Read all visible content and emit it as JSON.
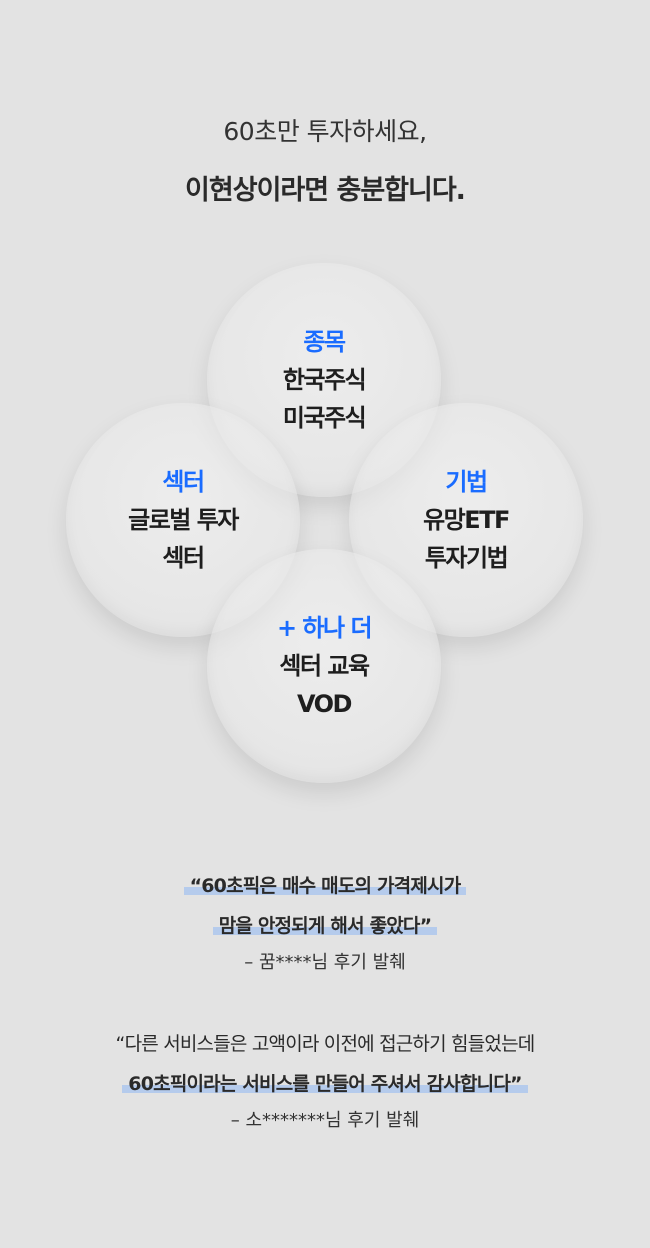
{
  "headline": {
    "line1": "60초만 투자하세요,",
    "line2": "이현상이라면 충분합니다."
  },
  "circles": [
    {
      "title": "종목",
      "lines": [
        "한국주식",
        "미국주식"
      ]
    },
    {
      "title": "섹터",
      "lines": [
        "글로벌 투자",
        "섹터"
      ]
    },
    {
      "title": "기법",
      "lines": [
        "유망ETF",
        "투자기법"
      ]
    },
    {
      "title": "+ 하나 더",
      "lines": [
        "섹터 교육",
        "VOD"
      ]
    }
  ],
  "reviews": [
    {
      "lines": [
        "“60초픽은 매수 매도의 가격제시가",
        "맘을 안정되게 해서 좋았다”"
      ],
      "source": "– 꿈****님 후기 발췌"
    },
    {
      "lines": [
        "“다른 서비스들은 고액이라 이전에 접근하기 힘들었는데",
        "60초픽이라는 서비스를 만들어 주셔서 감사합니다”"
      ],
      "source": "– 소*******님 후기 발췌"
    }
  ],
  "colors": {
    "accent": "#1a6cff",
    "highlight": "#b5cbec",
    "background": "#e3e3e3"
  }
}
